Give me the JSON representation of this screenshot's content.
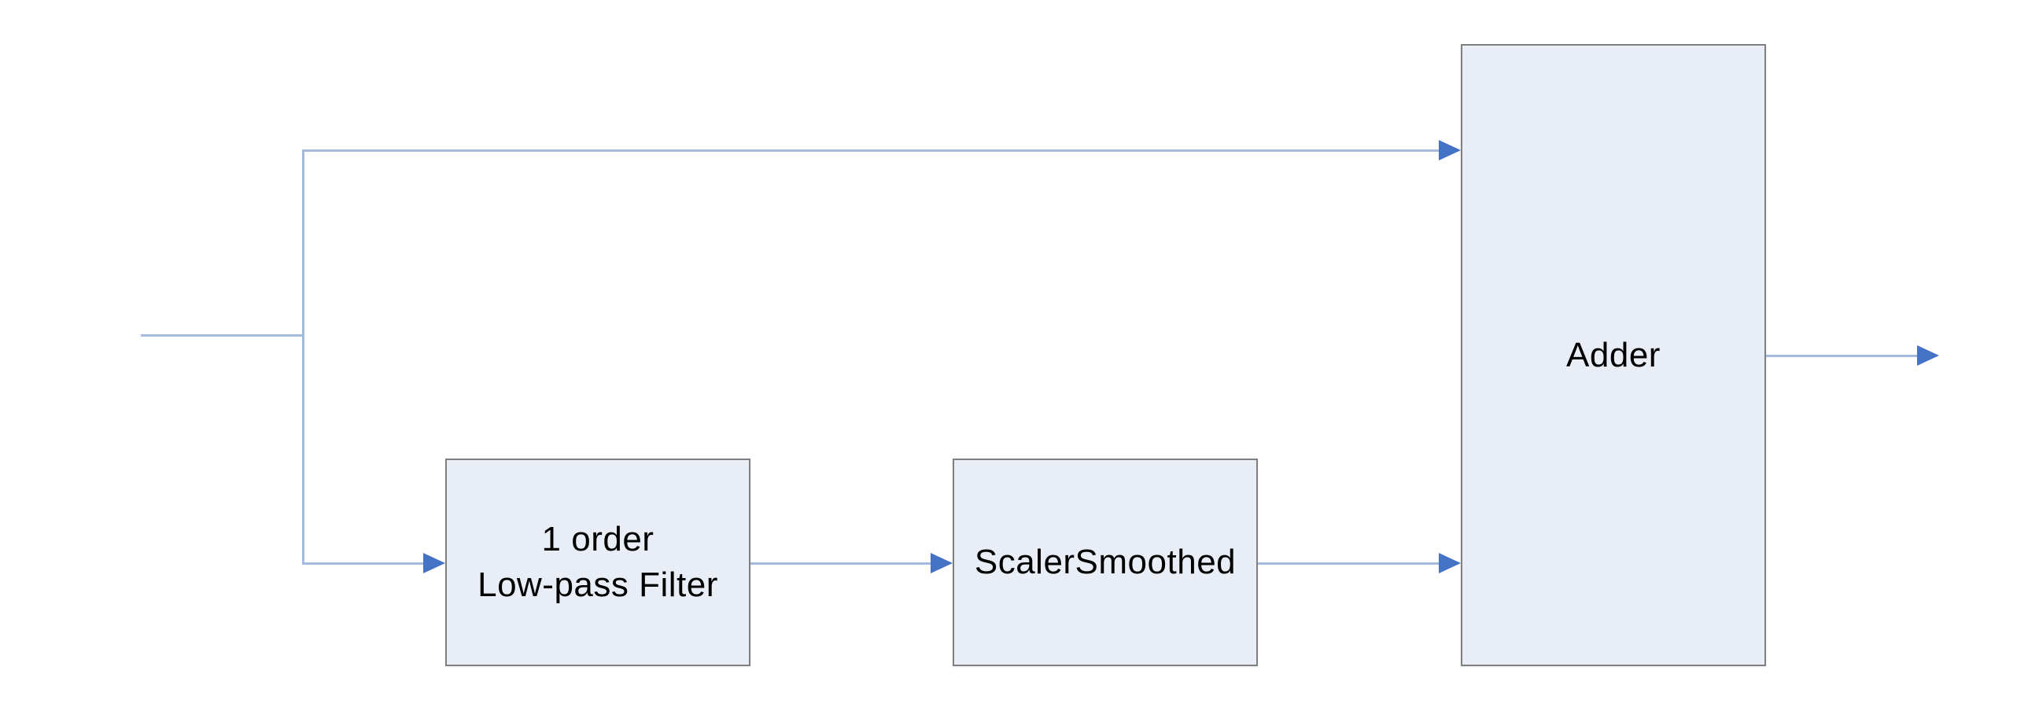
{
  "diagram": {
    "type": "block-diagram",
    "background_color": "#ffffff",
    "colors": {
      "block_fill": "#e9edf5",
      "block_border": "#7f7f7f",
      "connector_line": "#a6bade",
      "arrowhead": "#4472c4",
      "text": "#000000"
    },
    "blocks": [
      {
        "id": "lowpass-filter",
        "label": "1 order\nLow-pass Filter"
      },
      {
        "id": "scaler-smoothed",
        "label": "ScalerSmoothed"
      },
      {
        "id": "adder",
        "label": "Adder"
      }
    ],
    "connections": [
      {
        "from": "input",
        "to": "split-point"
      },
      {
        "from": "split-point",
        "to": "adder"
      },
      {
        "from": "split-point",
        "to": "lowpass-filter"
      },
      {
        "from": "lowpass-filter",
        "to": "scaler-smoothed"
      },
      {
        "from": "scaler-smoothed",
        "to": "adder"
      },
      {
        "from": "adder",
        "to": "output"
      }
    ]
  }
}
